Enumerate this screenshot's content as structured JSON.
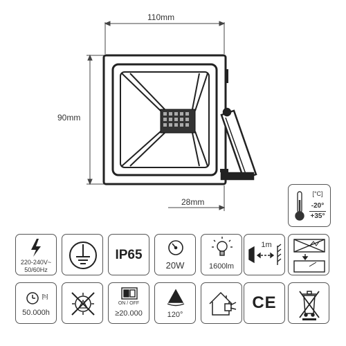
{
  "dimensions": {
    "width_label": "110mm",
    "height_label": "90mm",
    "depth_label": "28mm"
  },
  "temperature": {
    "unit": "[°C]",
    "min": "-20°",
    "max": "+35°"
  },
  "icons_row1": [
    {
      "icon": "lightning-icon",
      "line1": "220-240V~",
      "line2": "50/60Hz"
    },
    {
      "icon": "protective-earth-icon"
    },
    {
      "icon": "ip-rating",
      "text": "IP65"
    },
    {
      "icon": "wattage-meter-icon",
      "text": "20W"
    },
    {
      "icon": "light-bulb-icon",
      "text": "1600lm"
    },
    {
      "icon": "distance-icon",
      "text": "1m"
    },
    {
      "icon": "glass-replacement-icon"
    }
  ],
  "icons_row2": [
    {
      "icon": "clock-icon",
      "unit": "[h]",
      "text": "50.000h"
    },
    {
      "icon": "no-dimming-icon"
    },
    {
      "icon": "on-off-switch-icon",
      "label": "ON / OFF",
      "text": "≥20.000"
    },
    {
      "icon": "beam-angle-icon",
      "text": "120°"
    },
    {
      "icon": "house-outdoor-icon"
    },
    {
      "icon": "ce-mark-icon",
      "text": "CE"
    },
    {
      "icon": "weee-bin-icon"
    }
  ]
}
